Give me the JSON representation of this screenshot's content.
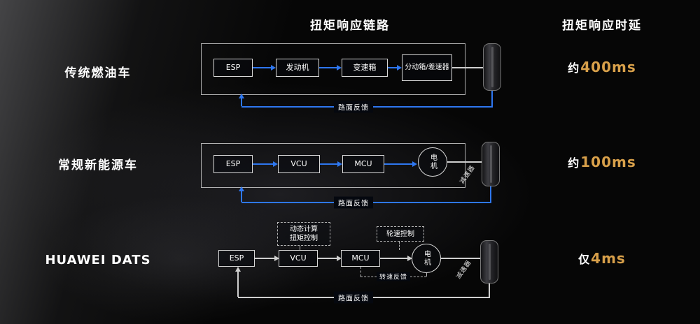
{
  "header": {
    "chain_title": "扭矩响应链路",
    "latency_title": "扭矩响应时延"
  },
  "rows": [
    {
      "label": "传统燃油车",
      "boxes": [
        "ESP",
        "发动机",
        "变速箱",
        "分动箱/差速器"
      ],
      "feedback": "路面反馈",
      "latency_prefix": "约",
      "latency_value": "400ms"
    },
    {
      "label": "常规新能源车",
      "boxes": [
        "ESP",
        "VCU",
        "MCU"
      ],
      "motor": "电机",
      "reducer": "减速器",
      "feedback": "路面反馈",
      "latency_prefix": "约",
      "latency_value": "100ms"
    },
    {
      "label": "HUAWEI DATS",
      "boxes": [
        "ESP",
        "VCU",
        "MCU"
      ],
      "motor": "电机",
      "reducer": "减速器",
      "annotations": {
        "line1": "动态计算",
        "line2": "扭矩控制",
        "wheel_speed": "轮速控制",
        "speed_feedback": "转速反馈"
      },
      "feedback": "路面反馈",
      "latency_prefix": "仅",
      "latency_value": "4ms"
    }
  ],
  "colors": {
    "arrow_blue": "#2e77f0",
    "accent_gold": "#d8a04a",
    "background": "#060606"
  }
}
